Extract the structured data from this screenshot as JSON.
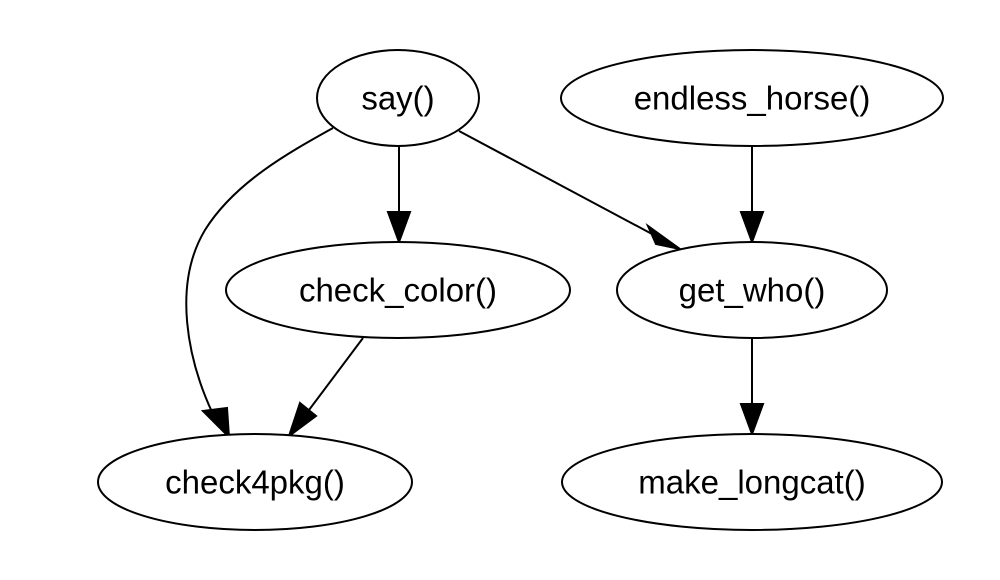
{
  "graph": {
    "nodes": [
      {
        "id": "say",
        "label": "say()"
      },
      {
        "id": "endless_horse",
        "label": "endless_horse()"
      },
      {
        "id": "check_color",
        "label": "check_color()"
      },
      {
        "id": "get_who",
        "label": "get_who()"
      },
      {
        "id": "check4pkg",
        "label": "check4pkg()"
      },
      {
        "id": "make_longcat",
        "label": "make_longcat()"
      }
    ],
    "edges": [
      {
        "from": "say",
        "to": "check4pkg"
      },
      {
        "from": "say",
        "to": "check_color"
      },
      {
        "from": "say",
        "to": "get_who"
      },
      {
        "from": "endless_horse",
        "to": "get_who"
      },
      {
        "from": "check_color",
        "to": "check4pkg"
      },
      {
        "from": "get_who",
        "to": "make_longcat"
      }
    ]
  }
}
